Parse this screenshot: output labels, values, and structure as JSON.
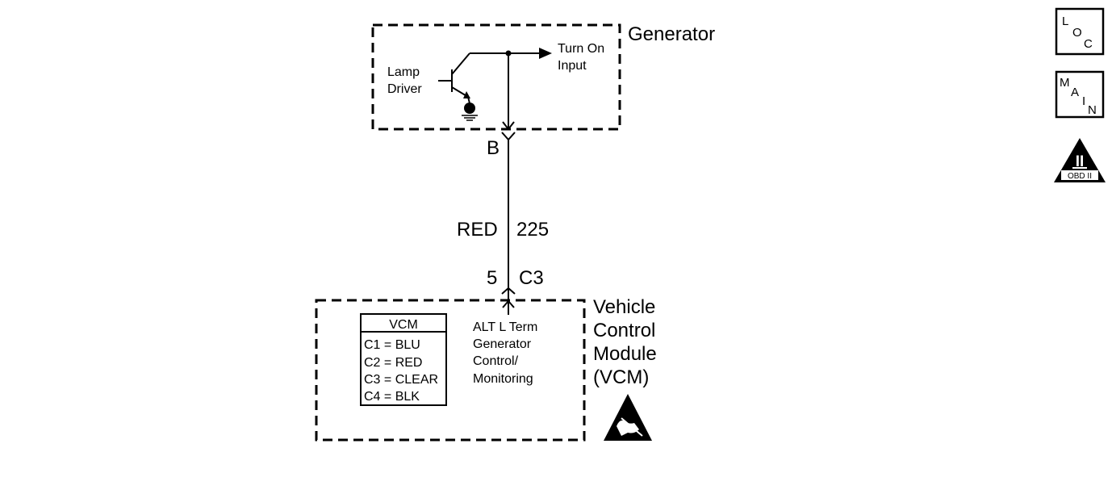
{
  "generator": {
    "title": "Generator",
    "lamp_driver": [
      "Lamp",
      "Driver"
    ],
    "turn_on_input": [
      "Turn On",
      "Input"
    ],
    "connector_pin": "B"
  },
  "wire": {
    "color": "RED",
    "circuit": "225"
  },
  "vcm_connector": {
    "pin": "5",
    "connector": "C3"
  },
  "vcm": {
    "title": [
      "Vehicle",
      "Control",
      "Module",
      "(VCM)"
    ],
    "terminal_label": [
      "ALT L Term",
      "Generator",
      "Control/",
      "Monitoring"
    ],
    "legend": {
      "header": "VCM",
      "rows": [
        "C1 = BLU",
        "C2 = RED",
        "C3 = CLEAR",
        "C4 = BLK"
      ]
    }
  },
  "side_buttons": {
    "loc": [
      "L",
      "O",
      "C"
    ],
    "main": [
      "M",
      "A",
      "I",
      "N"
    ],
    "obd": {
      "numeral": "II",
      "label": "OBD II"
    }
  }
}
